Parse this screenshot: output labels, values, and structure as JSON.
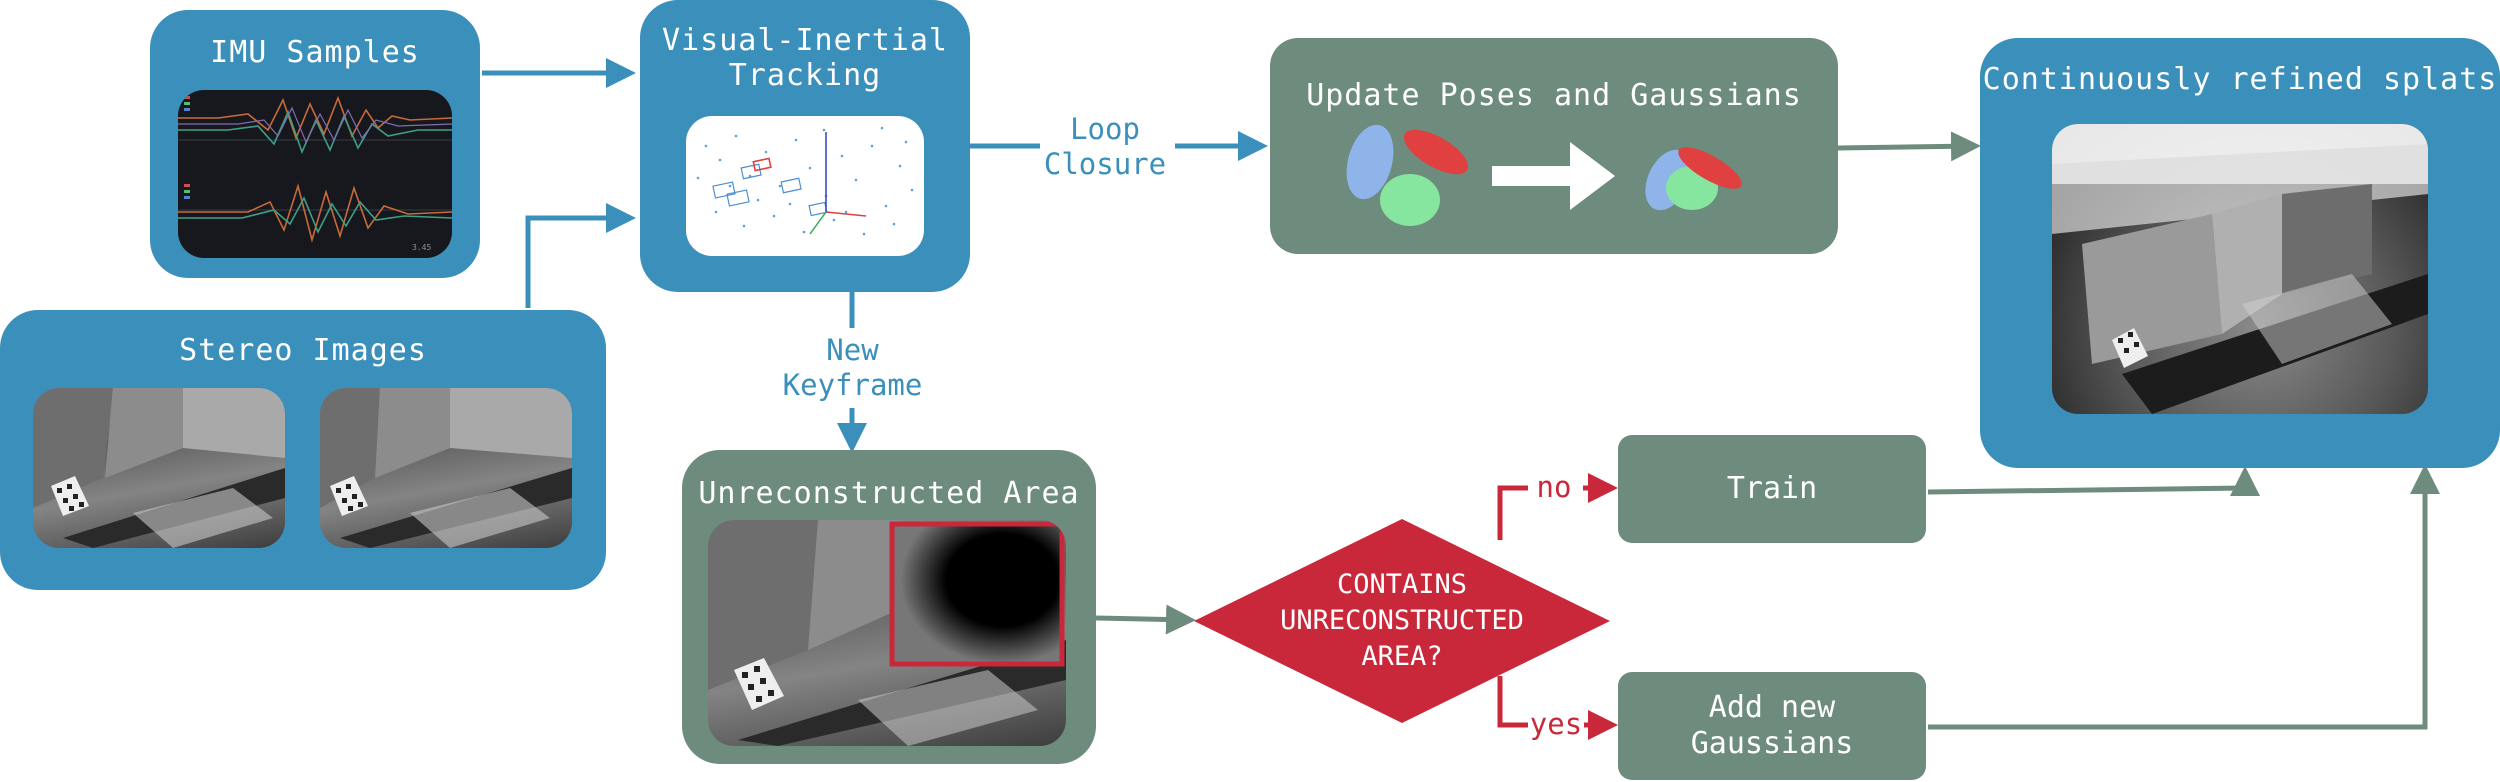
{
  "nodes": {
    "imu": {
      "title": "IMU Samples"
    },
    "vio": {
      "title_line1": "Visual-Inertial",
      "title_line2": "Tracking"
    },
    "stereo": {
      "title": "Stereo Images"
    },
    "update": {
      "title": "Update Poses and Gaussians"
    },
    "splats": {
      "title": "Continuously refined splats"
    },
    "unrecon": {
      "title": "Unreconstructed Area"
    },
    "decision": {
      "line1": "CONTAINS",
      "line2": "UNRECONSTRUCTED",
      "line3": "AREA?"
    },
    "train": {
      "label": "Train"
    },
    "add": {
      "line1": "Add new",
      "line2": "Gaussians"
    }
  },
  "edges": {
    "loop_closure": {
      "line1": "Loop",
      "line2": "Closure"
    },
    "new_keyframe": {
      "line1": "New",
      "line2": "Keyframe"
    },
    "no": "no",
    "yes": "yes"
  },
  "colors": {
    "blue": "#3a8fbb",
    "green": "#6d8c7d",
    "red": "#c9283b",
    "white": "#ffffff"
  }
}
